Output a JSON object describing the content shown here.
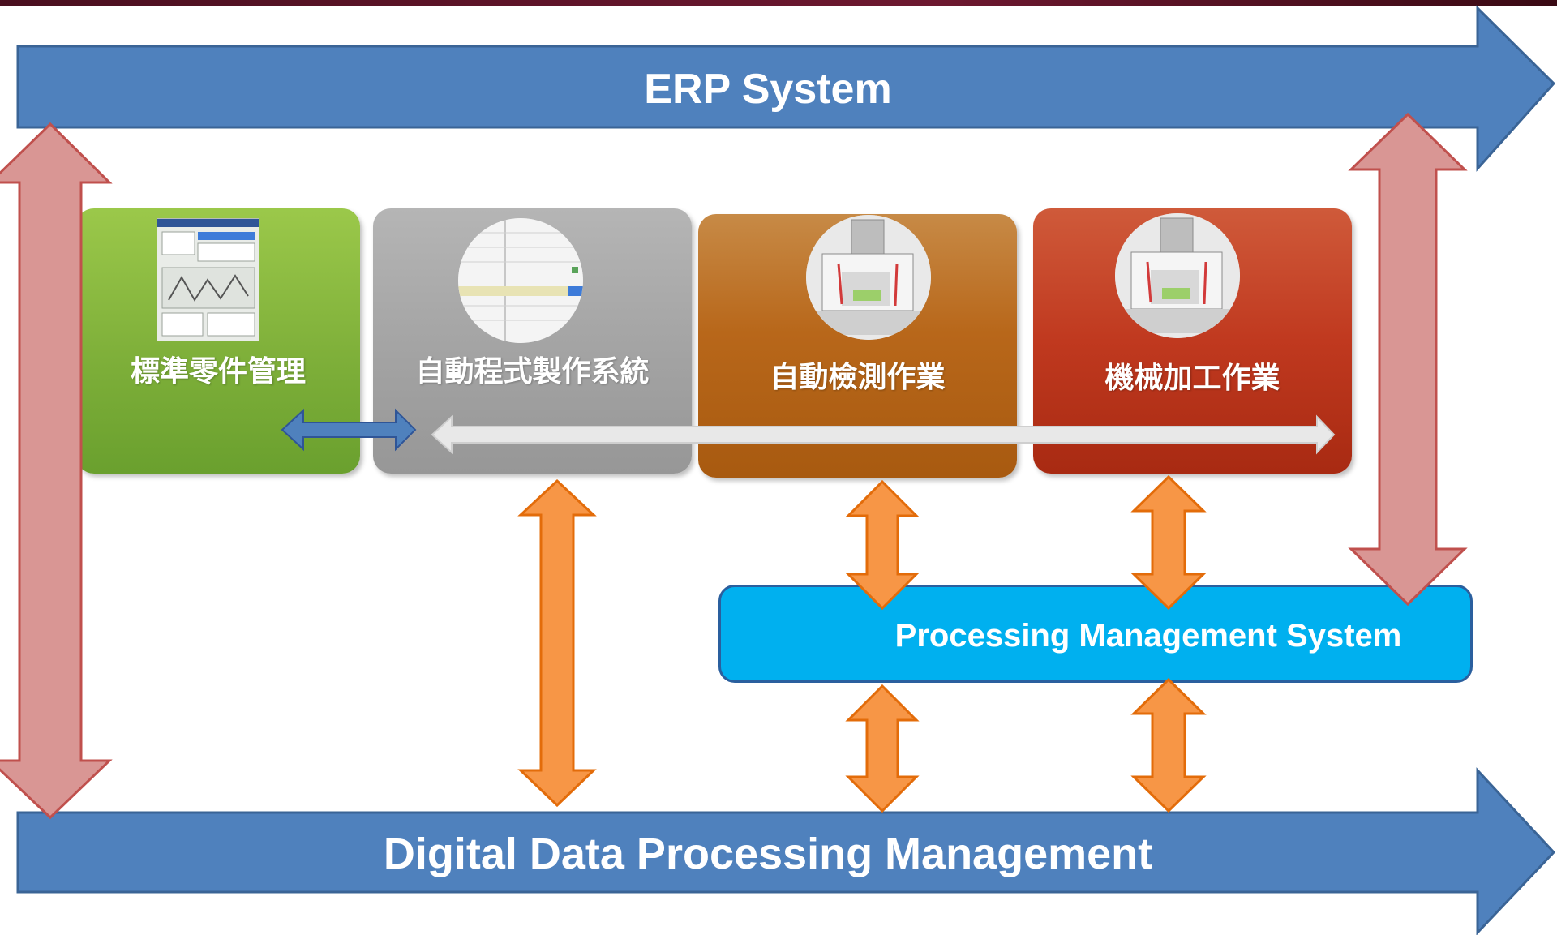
{
  "bands": {
    "erp": {
      "label": "ERP System",
      "color": "#4f81bd"
    },
    "digital": {
      "label": "Digital Data Processing Management",
      "color": "#4f81bd"
    }
  },
  "modules": [
    {
      "label": "標準零件管理",
      "color": "#8cbd42",
      "thumbnail": "software-screen-thumbnail"
    },
    {
      "label": "自動程式製作系統",
      "color": "#a6a6a6",
      "thumbnail": "code-listing-thumbnail"
    },
    {
      "label": "自動檢測作業",
      "color": "#b5661c",
      "thumbnail": "machine-thumbnail"
    },
    {
      "label": "機械加工作業",
      "color": "#c0391f",
      "thumbnail": "machine-thumbnail"
    }
  ],
  "processing_system": {
    "label": "Processing Management System",
    "color": "#00b0ef"
  },
  "connector_colors": {
    "vertical_outer": "#d99694",
    "vertical_inner": "#f79646",
    "module_link_blue": "#4f81bd",
    "module_link_gray": "#e6e6e6"
  }
}
